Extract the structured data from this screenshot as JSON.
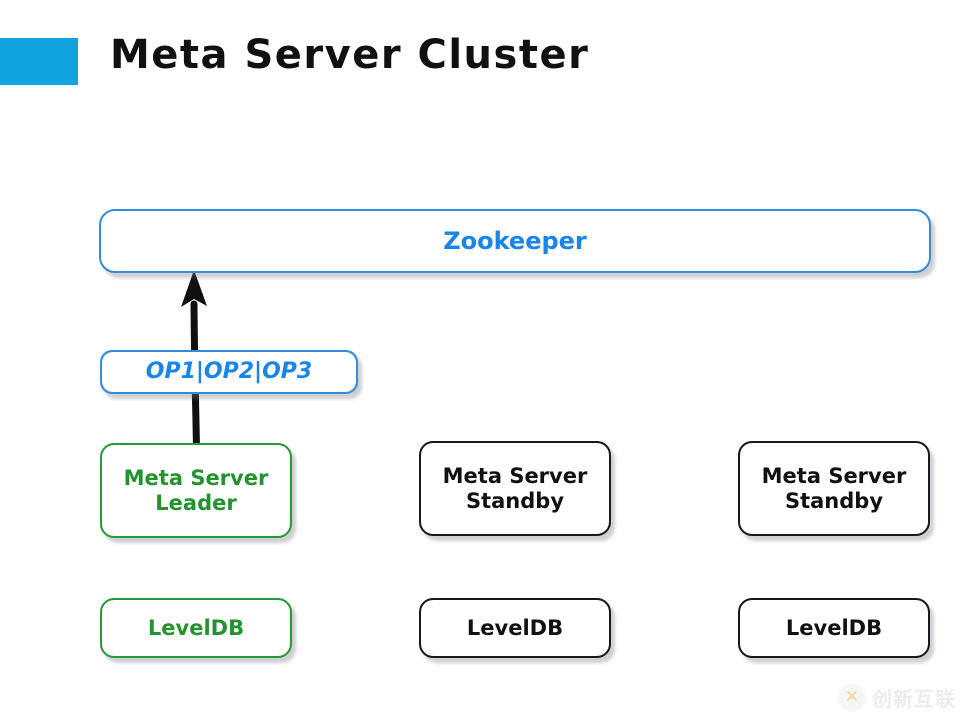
{
  "header": {
    "title": "Meta Server Cluster",
    "accent_color": "#12a4e0"
  },
  "colors": {
    "blue": "#1a85e8",
    "blue_border": "#3b8ed6",
    "green": "#24922f",
    "green_border": "#2a9a3a",
    "black": "#111111",
    "background": "#ffffff"
  },
  "diagram": {
    "zookeeper": {
      "label": "Zookeeper",
      "color": "blue"
    },
    "op_box": {
      "label": "OP1|OP2|OP3",
      "color": "blue"
    },
    "meta_servers": [
      {
        "label": "Meta Server\nLeader",
        "color": "green"
      },
      {
        "label": "Meta Server\nStandby",
        "color": "black"
      },
      {
        "label": "Meta Server\nStandby",
        "color": "black"
      }
    ],
    "storage": [
      {
        "label": "LevelDB",
        "color": "green"
      },
      {
        "label": "LevelDB",
        "color": "black"
      },
      {
        "label": "LevelDB",
        "color": "black"
      }
    ],
    "arrow": {
      "name": "leader-to-zookeeper",
      "direction": "up",
      "color": "#111111"
    }
  },
  "watermark": {
    "text": "创新互联",
    "logo_glyph": "✕"
  }
}
